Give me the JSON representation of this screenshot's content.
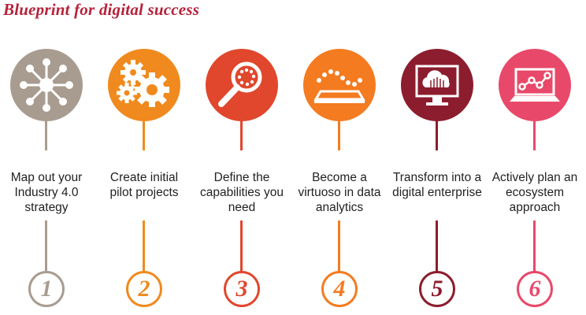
{
  "title": "Blueprint for digital success",
  "steps": [
    {
      "number": "1",
      "label": "Map out your Industry 4.0 strategy",
      "color": "#a89c90",
      "icon": "network-hub-icon"
    },
    {
      "number": "2",
      "label": "Create initial pilot projects",
      "color": "#f08a1e",
      "icon": "gears-icon"
    },
    {
      "number": "3",
      "label": "Define the capabilities you need",
      "color": "#e0472d",
      "icon": "magnifier-icon"
    },
    {
      "number": "4",
      "label": "Become a virtuoso in data analytics",
      "color": "#f47b20",
      "icon": "tablet-wave-icon"
    },
    {
      "number": "5",
      "label": "Transform into a digital enterprise",
      "color": "#8c1d2e",
      "icon": "cloud-monitor-icon"
    },
    {
      "number": "6",
      "label": "Actively plan an ecosystem approach",
      "color": "#e8496a",
      "icon": "laptop-chart-icon"
    }
  ]
}
